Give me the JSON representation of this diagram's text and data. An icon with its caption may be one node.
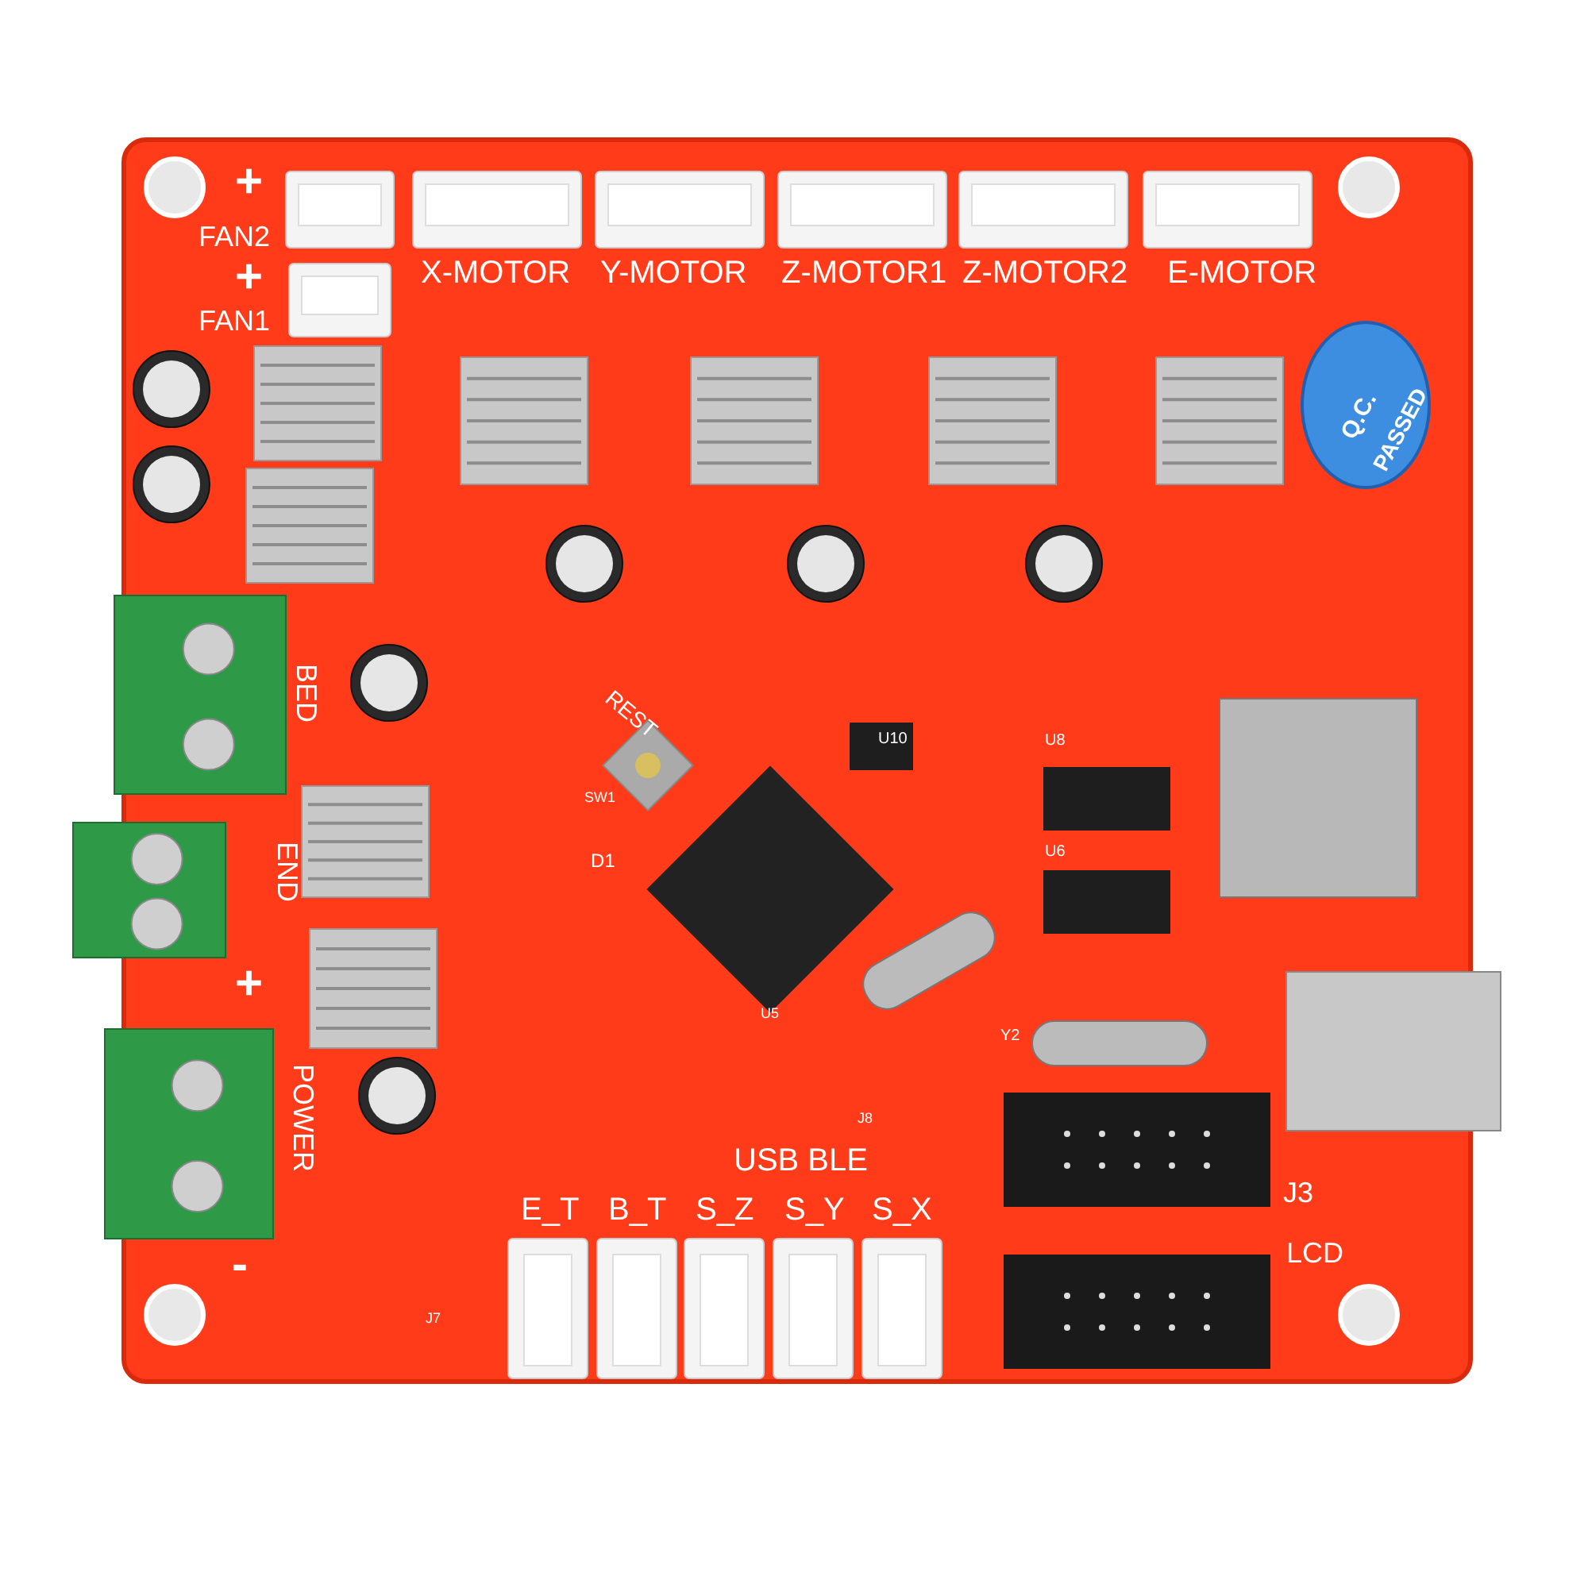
{
  "diagram": {
    "labels": [
      "+",
      "FAN2",
      "+",
      "X-MOTOR",
      "Y-MOTOR",
      "Z-MOTOR1",
      "Z-MOTOR2",
      "E-MOTOR",
      "FAN1",
      "Q.C.",
      "PASSED",
      "BED",
      "REST",
      "SW1",
      "U10",
      "U8",
      "END",
      "D1",
      "U6",
      "U5",
      "+",
      "Y2",
      "POWER",
      "J8",
      "USB BLE",
      "J3",
      "E_T",
      "B_T",
      "S_Z",
      "S_Y",
      "S_X",
      "-",
      "LCD",
      "J7"
    ]
  }
}
